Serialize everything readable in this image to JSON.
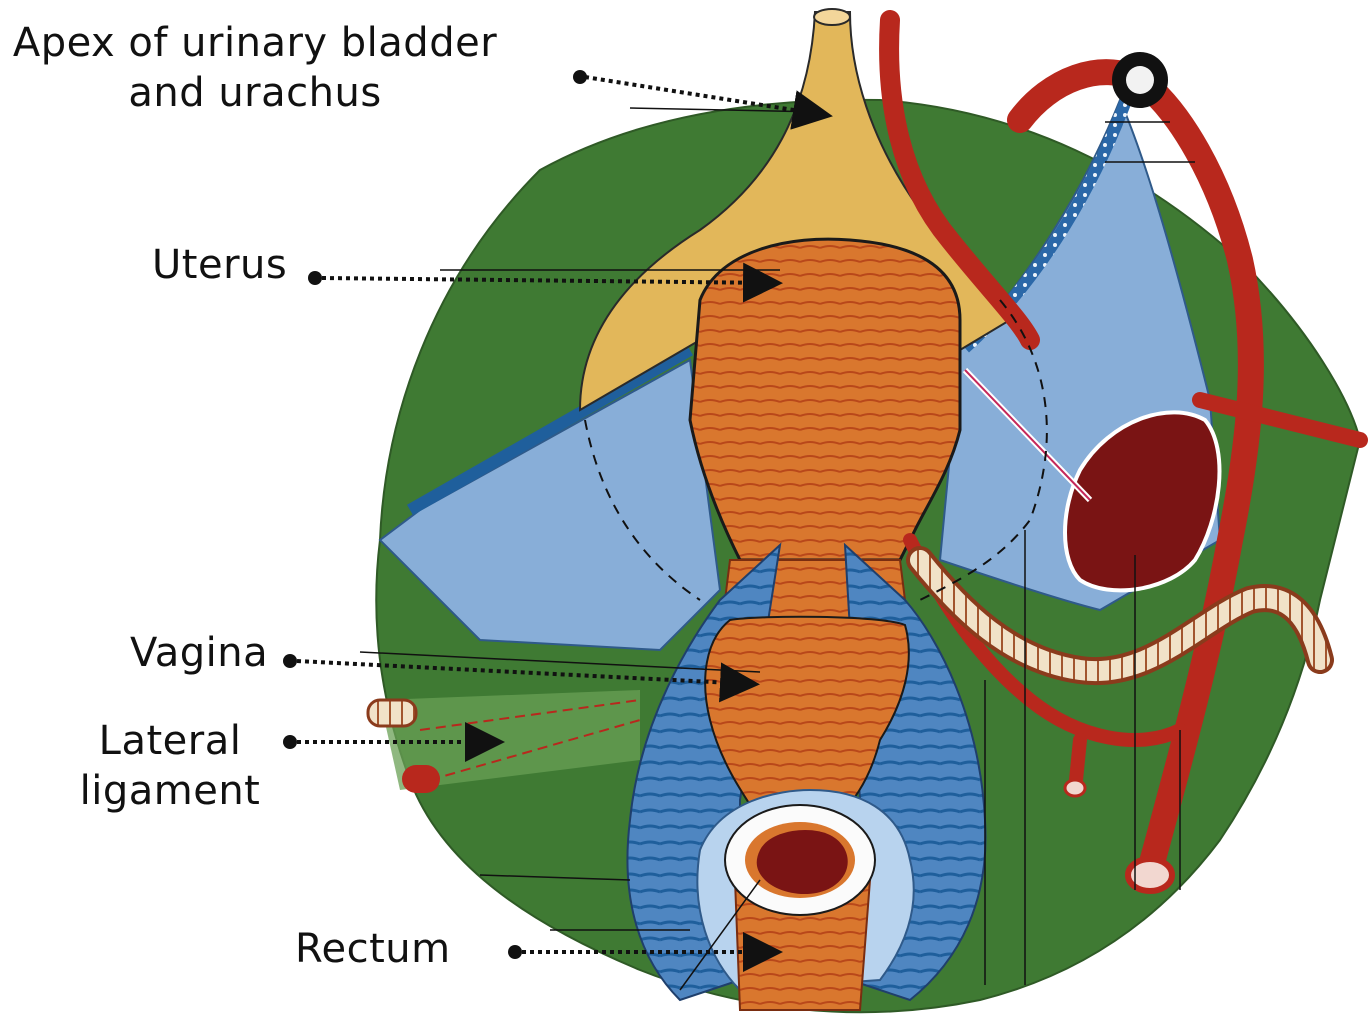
{
  "labels": {
    "apex_line1": "Apex of urinary bladder",
    "apex_line2": "and urachus",
    "uterus": "Uterus",
    "vagina": "Vagina",
    "lateral_line1": "Lateral",
    "lateral_line2": "ligament",
    "rectum": "Rectum"
  },
  "colors": {
    "peritoneum_green": "#3f7a33",
    "bladder_yellow": "#e2b75a",
    "uterus_orange": "#d9772e",
    "ligament_blue": "#88aed8",
    "vessel_red": "#b8281d",
    "dark_blue": "#1f5f9c",
    "rectum_maroon": "#7a1414"
  }
}
